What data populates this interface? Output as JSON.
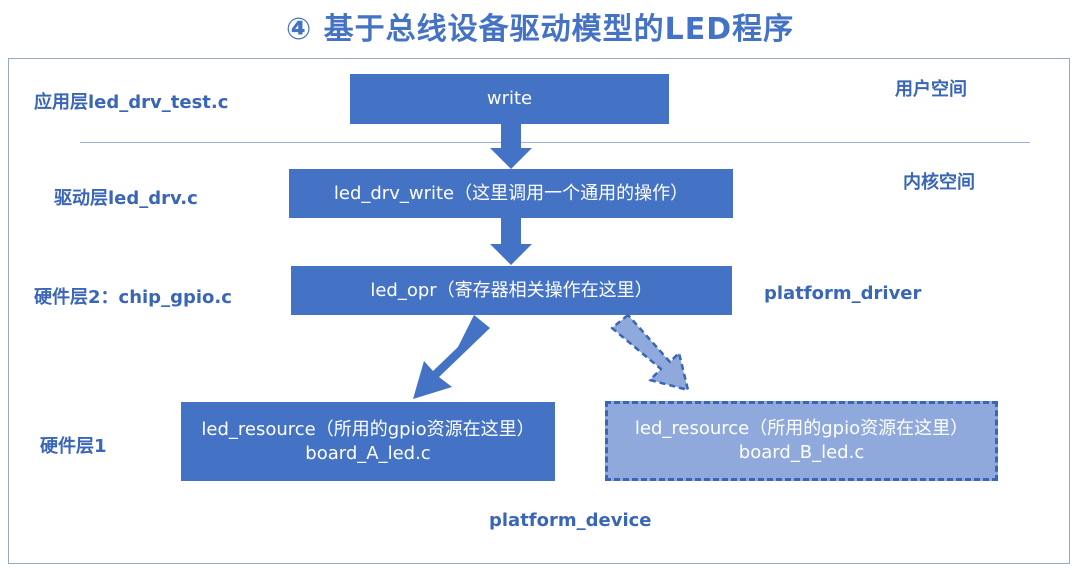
{
  "title": "④ 基于总线设备驱动模型的LED程序",
  "colors": {
    "accent": "#4472c4",
    "accent_light": "#8fa9dc",
    "label_text": "#3a66b8",
    "divider": "#9ab3dc"
  },
  "layers": {
    "app": "应用层led_drv_test.c",
    "driver": "驱动层led_drv.c",
    "hw2": "硬件层2：chip_gpio.c",
    "hw1": "硬件层1"
  },
  "spaces": {
    "user": "用户空间",
    "kernel": "内核空间"
  },
  "boxes": {
    "write": "write",
    "led_drv_write": "led_drv_write（这里调用一个通用的操作）",
    "led_opr": "led_opr（寄存器相关操作在这里）",
    "resource_a_line1": "led_resource（所用的gpio资源在这里）",
    "resource_a_line2": "board_A_led.c",
    "resource_b_line1": "led_resource（所用的gpio资源在这里）",
    "resource_b_line2": "board_B_led.c"
  },
  "platform": {
    "driver": "platform_driver",
    "device": "platform_device"
  }
}
